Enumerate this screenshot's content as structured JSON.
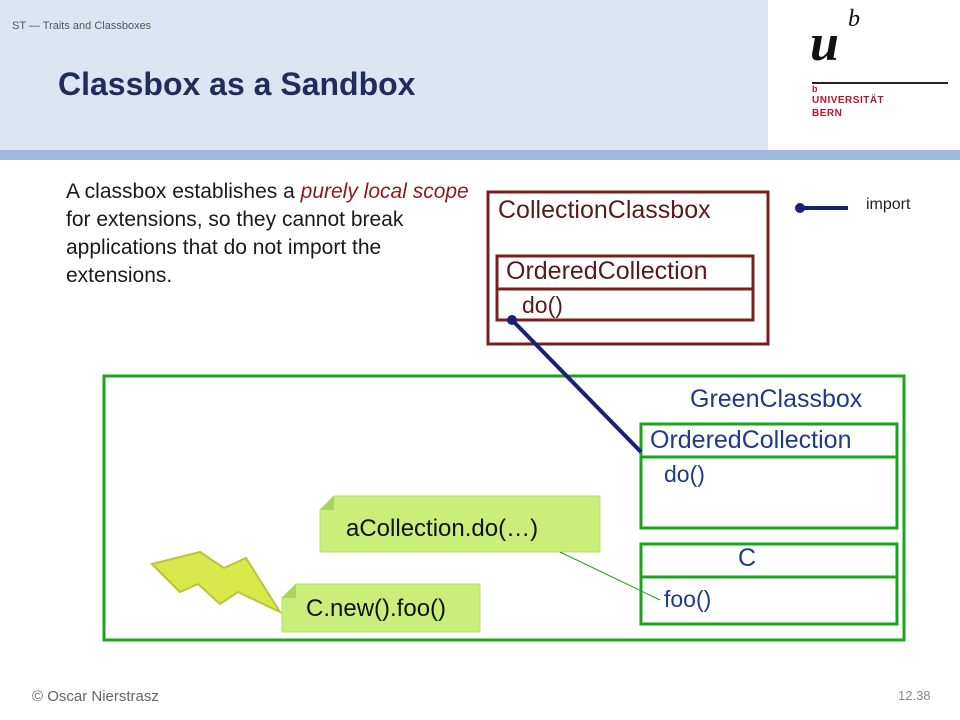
{
  "header": {
    "course": "ST — Traits and Classboxes",
    "title": "Classbox as a Sandbox",
    "logo": {
      "letter": "u",
      "superscript": "b",
      "small_b": "b",
      "line1": "UNIVERSITÄT",
      "line2": "BERN"
    }
  },
  "body": {
    "part1": "A classbox establishes a ",
    "em1": "purely local scope",
    "part2": " for extensions, so they cannot break applications that do not import the extensions."
  },
  "legend": {
    "import_label": "import"
  },
  "collection_classbox": {
    "title": "CollectionClassbox",
    "class_name": "OrderedCollection",
    "method": "do()"
  },
  "green_classbox": {
    "title": "GreenClassbox",
    "class1_name": "OrderedCollection",
    "class1_method": "do()",
    "class2_name": "C",
    "class2_method": "foo()"
  },
  "notes": {
    "note1": "aCollection.do(…)",
    "note2": "C.new().foo()"
  },
  "footer": {
    "author": "© Oscar Nierstrasz",
    "page": "12.38"
  },
  "colors": {
    "brown": "#7a1f1f",
    "green": "#1aa51a",
    "navy": "#1a1f7a",
    "note": "#c9ef7a",
    "bolt": "#d9e84a",
    "header_bg": "#dce6f2",
    "header_bar": "#9db8d9",
    "logo_red": "#c0102a"
  }
}
